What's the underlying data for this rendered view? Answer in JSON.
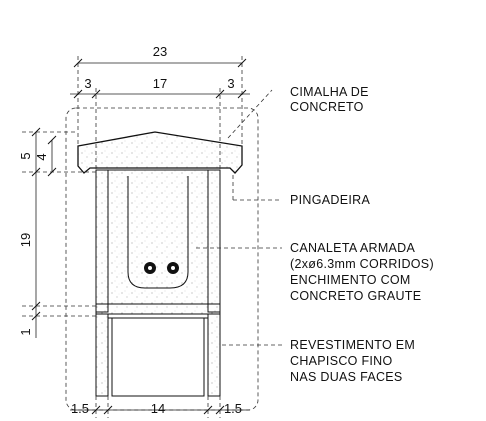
{
  "dimensions": {
    "top_total": "23",
    "top_left": "3",
    "top_mid": "17",
    "top_right": "3",
    "left_5": "5",
    "left_4": "4",
    "left_19": "19",
    "left_1": "1",
    "bottom_left": "1.5",
    "bottom_mid": "14",
    "bottom_right": "1.5"
  },
  "labels": {
    "cimalha": [
      "CIMALHA DE",
      "CONCRETO"
    ],
    "pingadeira": [
      "PINGADEIRA"
    ],
    "canaleta": [
      "CANALETA ARMADA",
      "(2xø6.3mm CORRIDOS)",
      "ENCHIMENTO COM",
      "CONCRETO GRAUTE"
    ],
    "revestimento": [
      "REVESTIMENTO EM",
      "CHAPISCO FINO",
      "NAS DUAS FACES"
    ]
  }
}
